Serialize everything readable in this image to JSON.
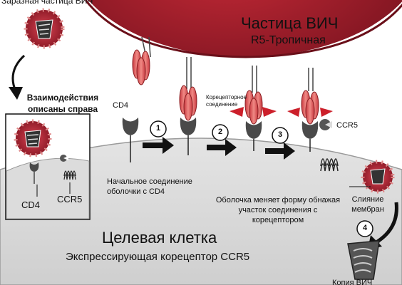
{
  "colors": {
    "virus_dark": "#7c1420",
    "virus_mid": "#b8202e",
    "virus_light": "#d94452",
    "cell_fill": "#dcdcdc",
    "cell_edge": "#9a9a9a",
    "spike": "#d9534f",
    "coreceptor_red": "#cc1f2a",
    "arrow": "#111111"
  },
  "labels": {
    "infectious_particle": "Заразная частица ВИЧ",
    "interactions": "Взаимодействия описаны справа",
    "inset_cd4": "CD4",
    "inset_ccr5": "CCR5",
    "hiv_particle": "Частица ВИЧ",
    "r5_tropic": "R5-Тропичная",
    "cd4": "CD4",
    "coreceptor_site": "Корецепторное соединение",
    "ccr5": "CCR5",
    "initial_binding": "Начальное соединение оболочки с CD4",
    "envelope_change": "Оболочка меняет форму обнажая участок соединения с корецептором",
    "membrane_fusion": "Слияние мембран",
    "target_cell": "Целевая клетка",
    "expressing": "Экспрессирующая корецептор CCR5",
    "hiv_copy": "Копия ВИЧ"
  },
  "steps": [
    "1",
    "2",
    "3",
    "4"
  ],
  "icons": {
    "virus": "virus-particle-icon",
    "capsid": "capsid-icon",
    "cd4_receptor": "cd4-receptor-icon",
    "ccr5_receptor": "ccr5-receptor-icon",
    "step_arrow": "right-arrow-icon"
  }
}
